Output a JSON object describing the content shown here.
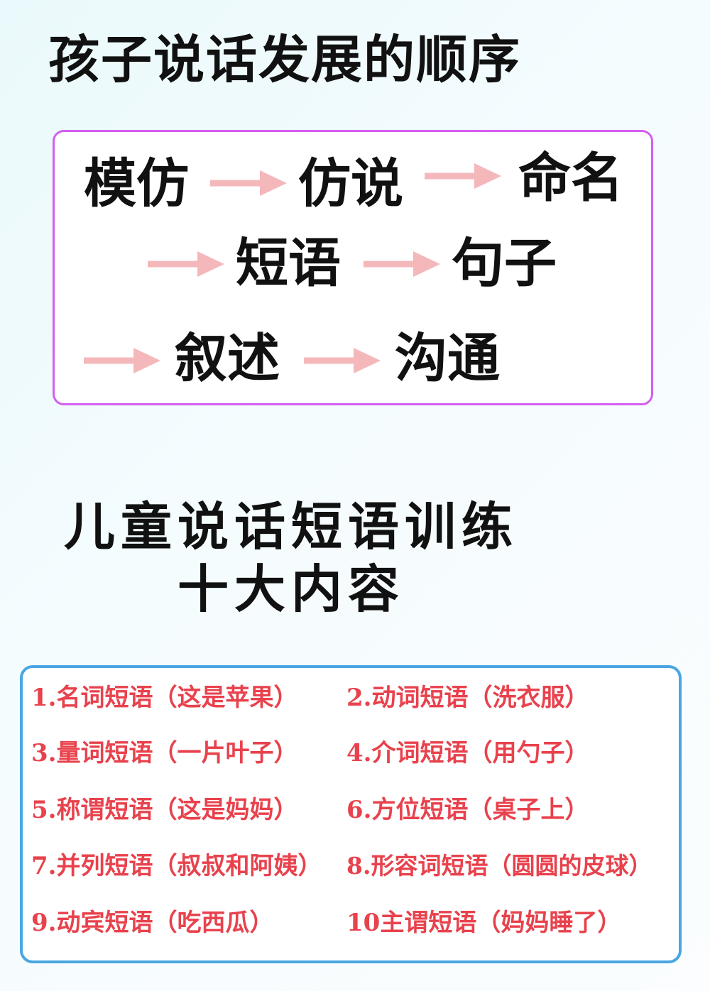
{
  "title": "孩子说话发展的顺序",
  "flow": {
    "steps": [
      "模仿",
      "仿说",
      "命名",
      "短语",
      "句子",
      "叙述",
      "沟通"
    ]
  },
  "heading": {
    "line1": "儿童说话短语训练",
    "line2": "十大内容"
  },
  "items": [
    "1.名词短语（这是苹果）",
    "2.动词短语（洗衣服）",
    "3.量词短语（一片叶子）",
    "4.介词短语（用勺子）",
    "5.称谓短语（这是妈妈）",
    "6.方位短语（桌子上）",
    "7.并列短语（叔叔和阿姨）",
    "8.形容词短语（圆圆的皮球）",
    "9.动宾短语（吃西瓜）",
    "10主谓短语（妈妈睡了）"
  ],
  "colors": {
    "flow_border": "#d45ff0",
    "arrow": "#f4b8bb",
    "list_border": "#4aa6e2",
    "item_text": "#e8424d"
  }
}
